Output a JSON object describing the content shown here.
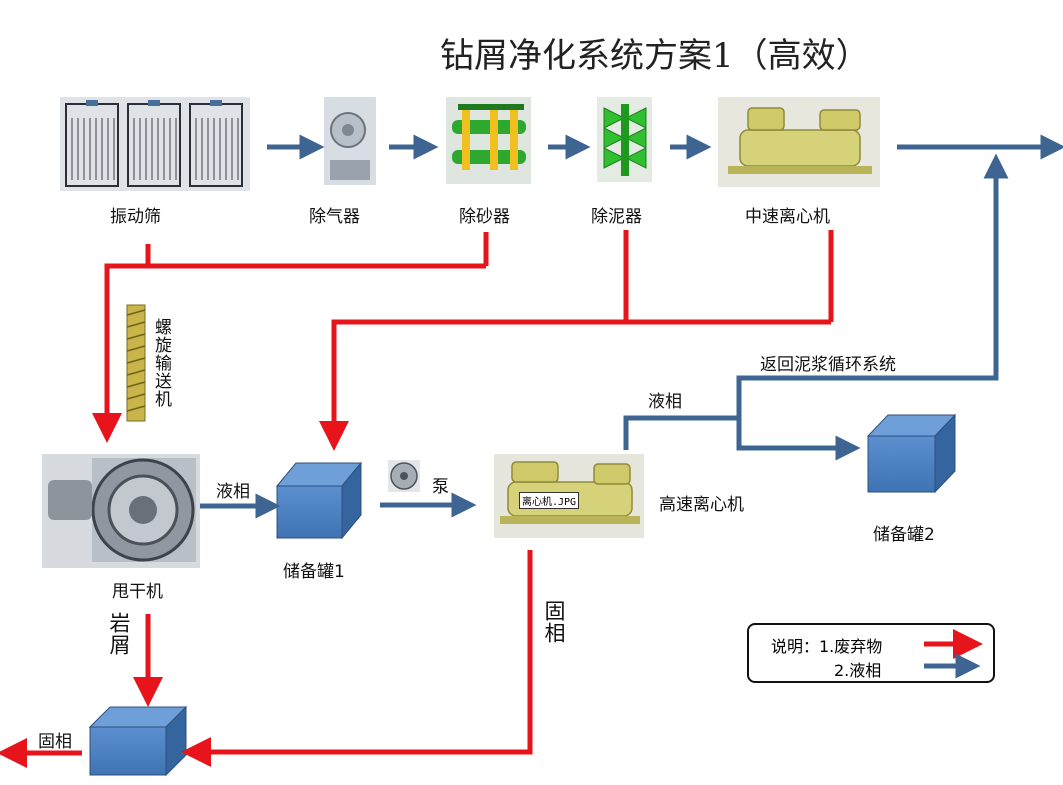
{
  "title": "钻屑净化系统方案1（高效）",
  "equipment": {
    "shaker": "振动筛",
    "degasser": "除气器",
    "desander": "除砂器",
    "desilter": "除泥器",
    "mid_centrifuge": "中速离心机",
    "screw_conveyor": "螺旋输送机",
    "dryer": "甩干机",
    "tank1": "储备罐1",
    "pump": "泵",
    "high_centrifuge": "高速离心机",
    "tank2": "储备罐2"
  },
  "flow_labels": {
    "liquid_phase_1": "液相",
    "liquid_phase_2": "液相",
    "return_system": "返回泥浆循环系统",
    "cuttings": "岩屑",
    "solid_phase_vertical": "固相",
    "solid_phase_out": "固相"
  },
  "image_tag": "离心机.JPG",
  "legend": {
    "line1": "说明：1.废弃物",
    "line2": "2.液相",
    "waste_color": "#e8141c",
    "liquid_color": "#3e6492"
  },
  "colors": {
    "waste": "#e8141c",
    "liquid": "#3e6492",
    "tank": "#4f81bd"
  }
}
